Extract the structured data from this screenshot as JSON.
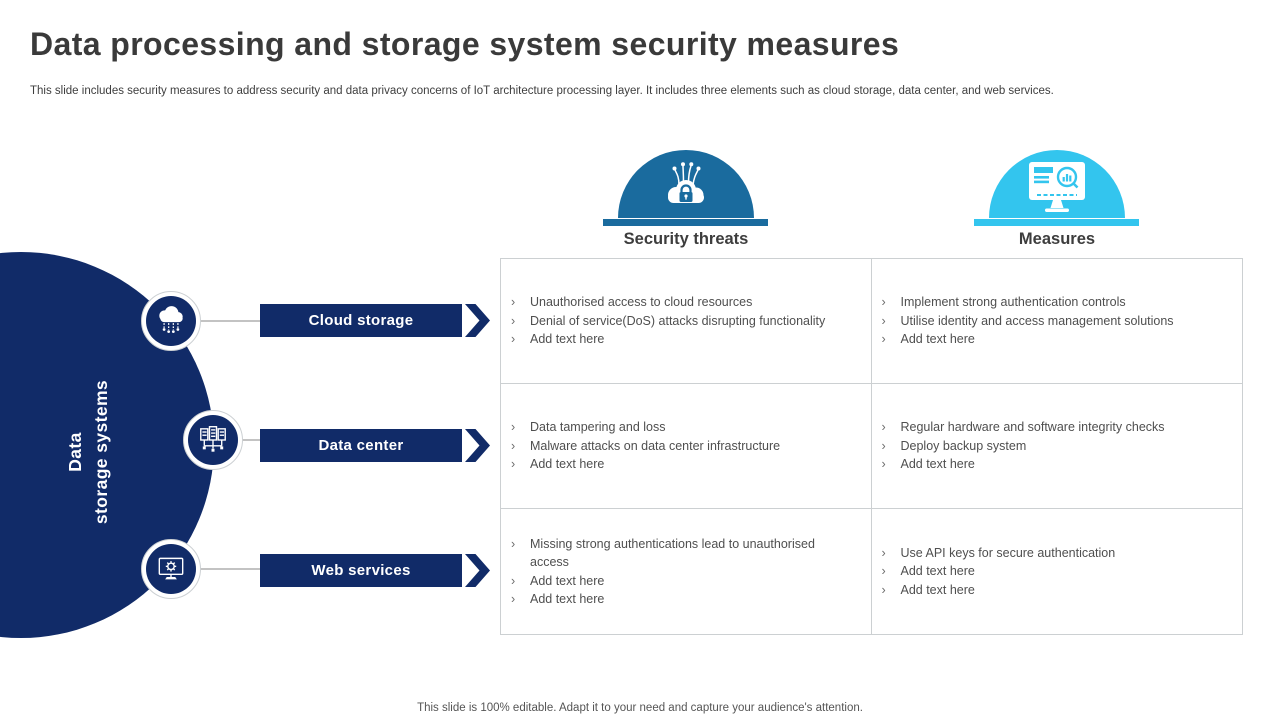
{
  "slide": {
    "title": "Data processing and storage system security measures",
    "subtitle": "This slide includes security measures to address security and data privacy concerns of IoT architecture processing layer. It includes three elements such as cloud storage, data center, and web services.",
    "footer": "This slide is 100% editable. Adapt it to your need and capture your audience's attention."
  },
  "bullet_char": "›",
  "left_graphic": {
    "circle_label_line1": "Data",
    "circle_label_line2": "storage systems",
    "items": [
      {
        "label": "Cloud storage",
        "icon": "cloud-network-icon"
      },
      {
        "label": "Data center",
        "icon": "server-rack-icon"
      },
      {
        "label": "Web services",
        "icon": "monitor-gear-icon"
      }
    ]
  },
  "columns": [
    {
      "label": "Security threats",
      "icon": "cloud-lock-icon",
      "color": "#1a6b9e"
    },
    {
      "label": "Measures",
      "icon": "monitor-search-icon",
      "color": "#33c5ee"
    }
  ],
  "table": {
    "rows": [
      {
        "threats": [
          "Unauthorised access to cloud resources",
          "Denial of service(DoS) attacks disrupting functionality",
          "Add text here"
        ],
        "measures": [
          "Implement strong authentication controls",
          "Utilise identity and access management solutions",
          "Add text here"
        ]
      },
      {
        "threats": [
          "Data tampering and loss",
          "Malware attacks on data center infrastructure",
          "Add text here"
        ],
        "measures": [
          "Regular hardware and software integrity checks",
          "Deploy backup system",
          "Add text here"
        ]
      },
      {
        "threats": [
          "Missing strong authentications lead to unauthorised access",
          "Add text here",
          "Add text here"
        ],
        "measures": [
          "Use API keys for secure authentication",
          "Add text here",
          "Add text here"
        ]
      }
    ]
  },
  "colors": {
    "navy": "#112b68",
    "threat-blue": "#1a6b9e",
    "measure-cyan": "#33c5ee"
  }
}
